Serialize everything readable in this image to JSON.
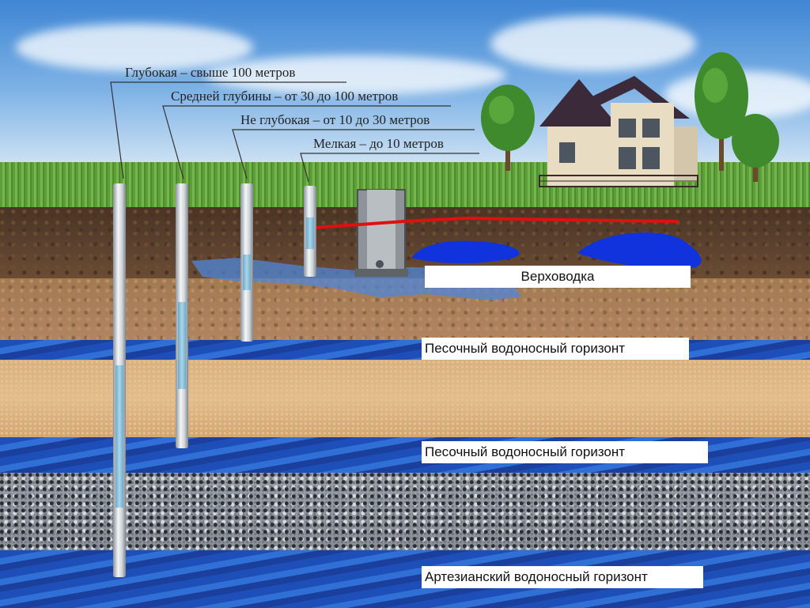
{
  "well_labels": [
    "Глубокая – свыше 100 метров",
    "Средней глубины – от 30 до 100 метров",
    "Не глубокая – от 10 до 30 метров",
    "Мелкая – до 10 метров"
  ],
  "layer_labels": {
    "perched_water": "Верховодка",
    "sand_aquifer_1": "Песочный водоносный горизонт",
    "sand_aquifer_2": "Песочный водоносный горизонт",
    "artesian_aquifer": "Артезианский водоносный горизонт"
  },
  "colors": {
    "water": "#1e4fb8",
    "perched_water": "#1133dd",
    "pipe_line": "#e01010",
    "grass": "#5e9d3b",
    "topsoil": "#4b3424",
    "sand": "#d9b17f",
    "granite": "#8a9099"
  }
}
